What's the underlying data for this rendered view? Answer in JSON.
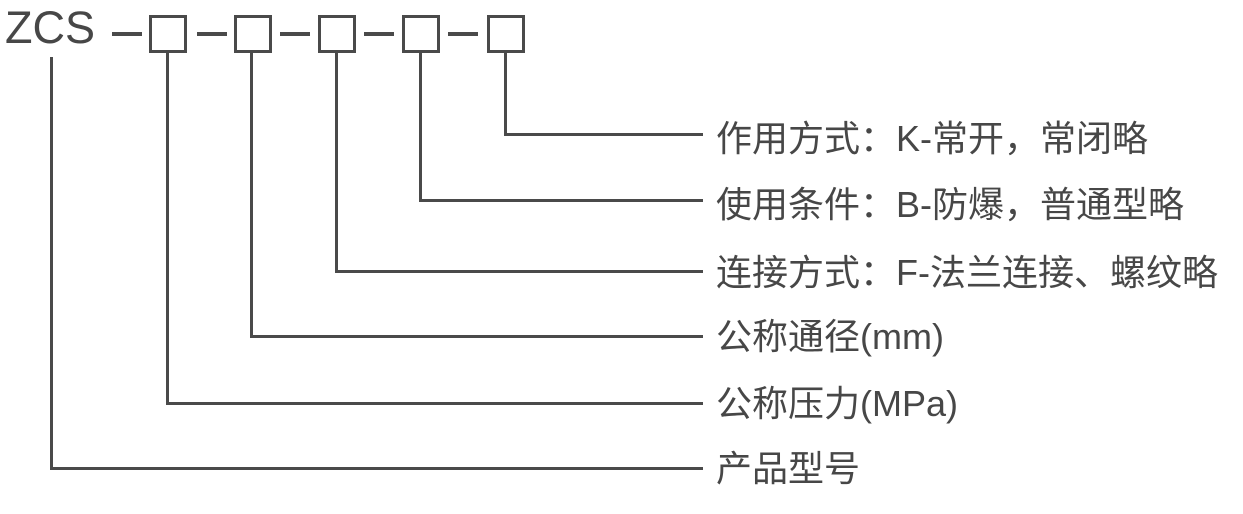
{
  "diagram": {
    "title_code": {
      "model_code": "ZCS",
      "separator_dash": "-",
      "box_count": 5
    },
    "rows": [
      {
        "name": "action-mode",
        "label": "作用方式：K-常开，常闭略",
        "connects_to": "box-5"
      },
      {
        "name": "usage-condition",
        "label": "使用条件：B-防爆，普通型略",
        "connects_to": "box-4"
      },
      {
        "name": "connection-type",
        "label": "连接方式：F-法兰连接、螺纹略",
        "connects_to": "box-3"
      },
      {
        "name": "nominal-diameter",
        "label": "公称通径(mm)",
        "connects_to": "box-2"
      },
      {
        "name": "nominal-pressure",
        "label": "公称压力(MPa)",
        "connects_to": "box-1"
      },
      {
        "name": "product-model",
        "label": "产品型号",
        "connects_to": "model-code"
      }
    ],
    "colors": {
      "line": "#4a4a4a",
      "text": "#474747",
      "background": "#ffffff"
    }
  }
}
